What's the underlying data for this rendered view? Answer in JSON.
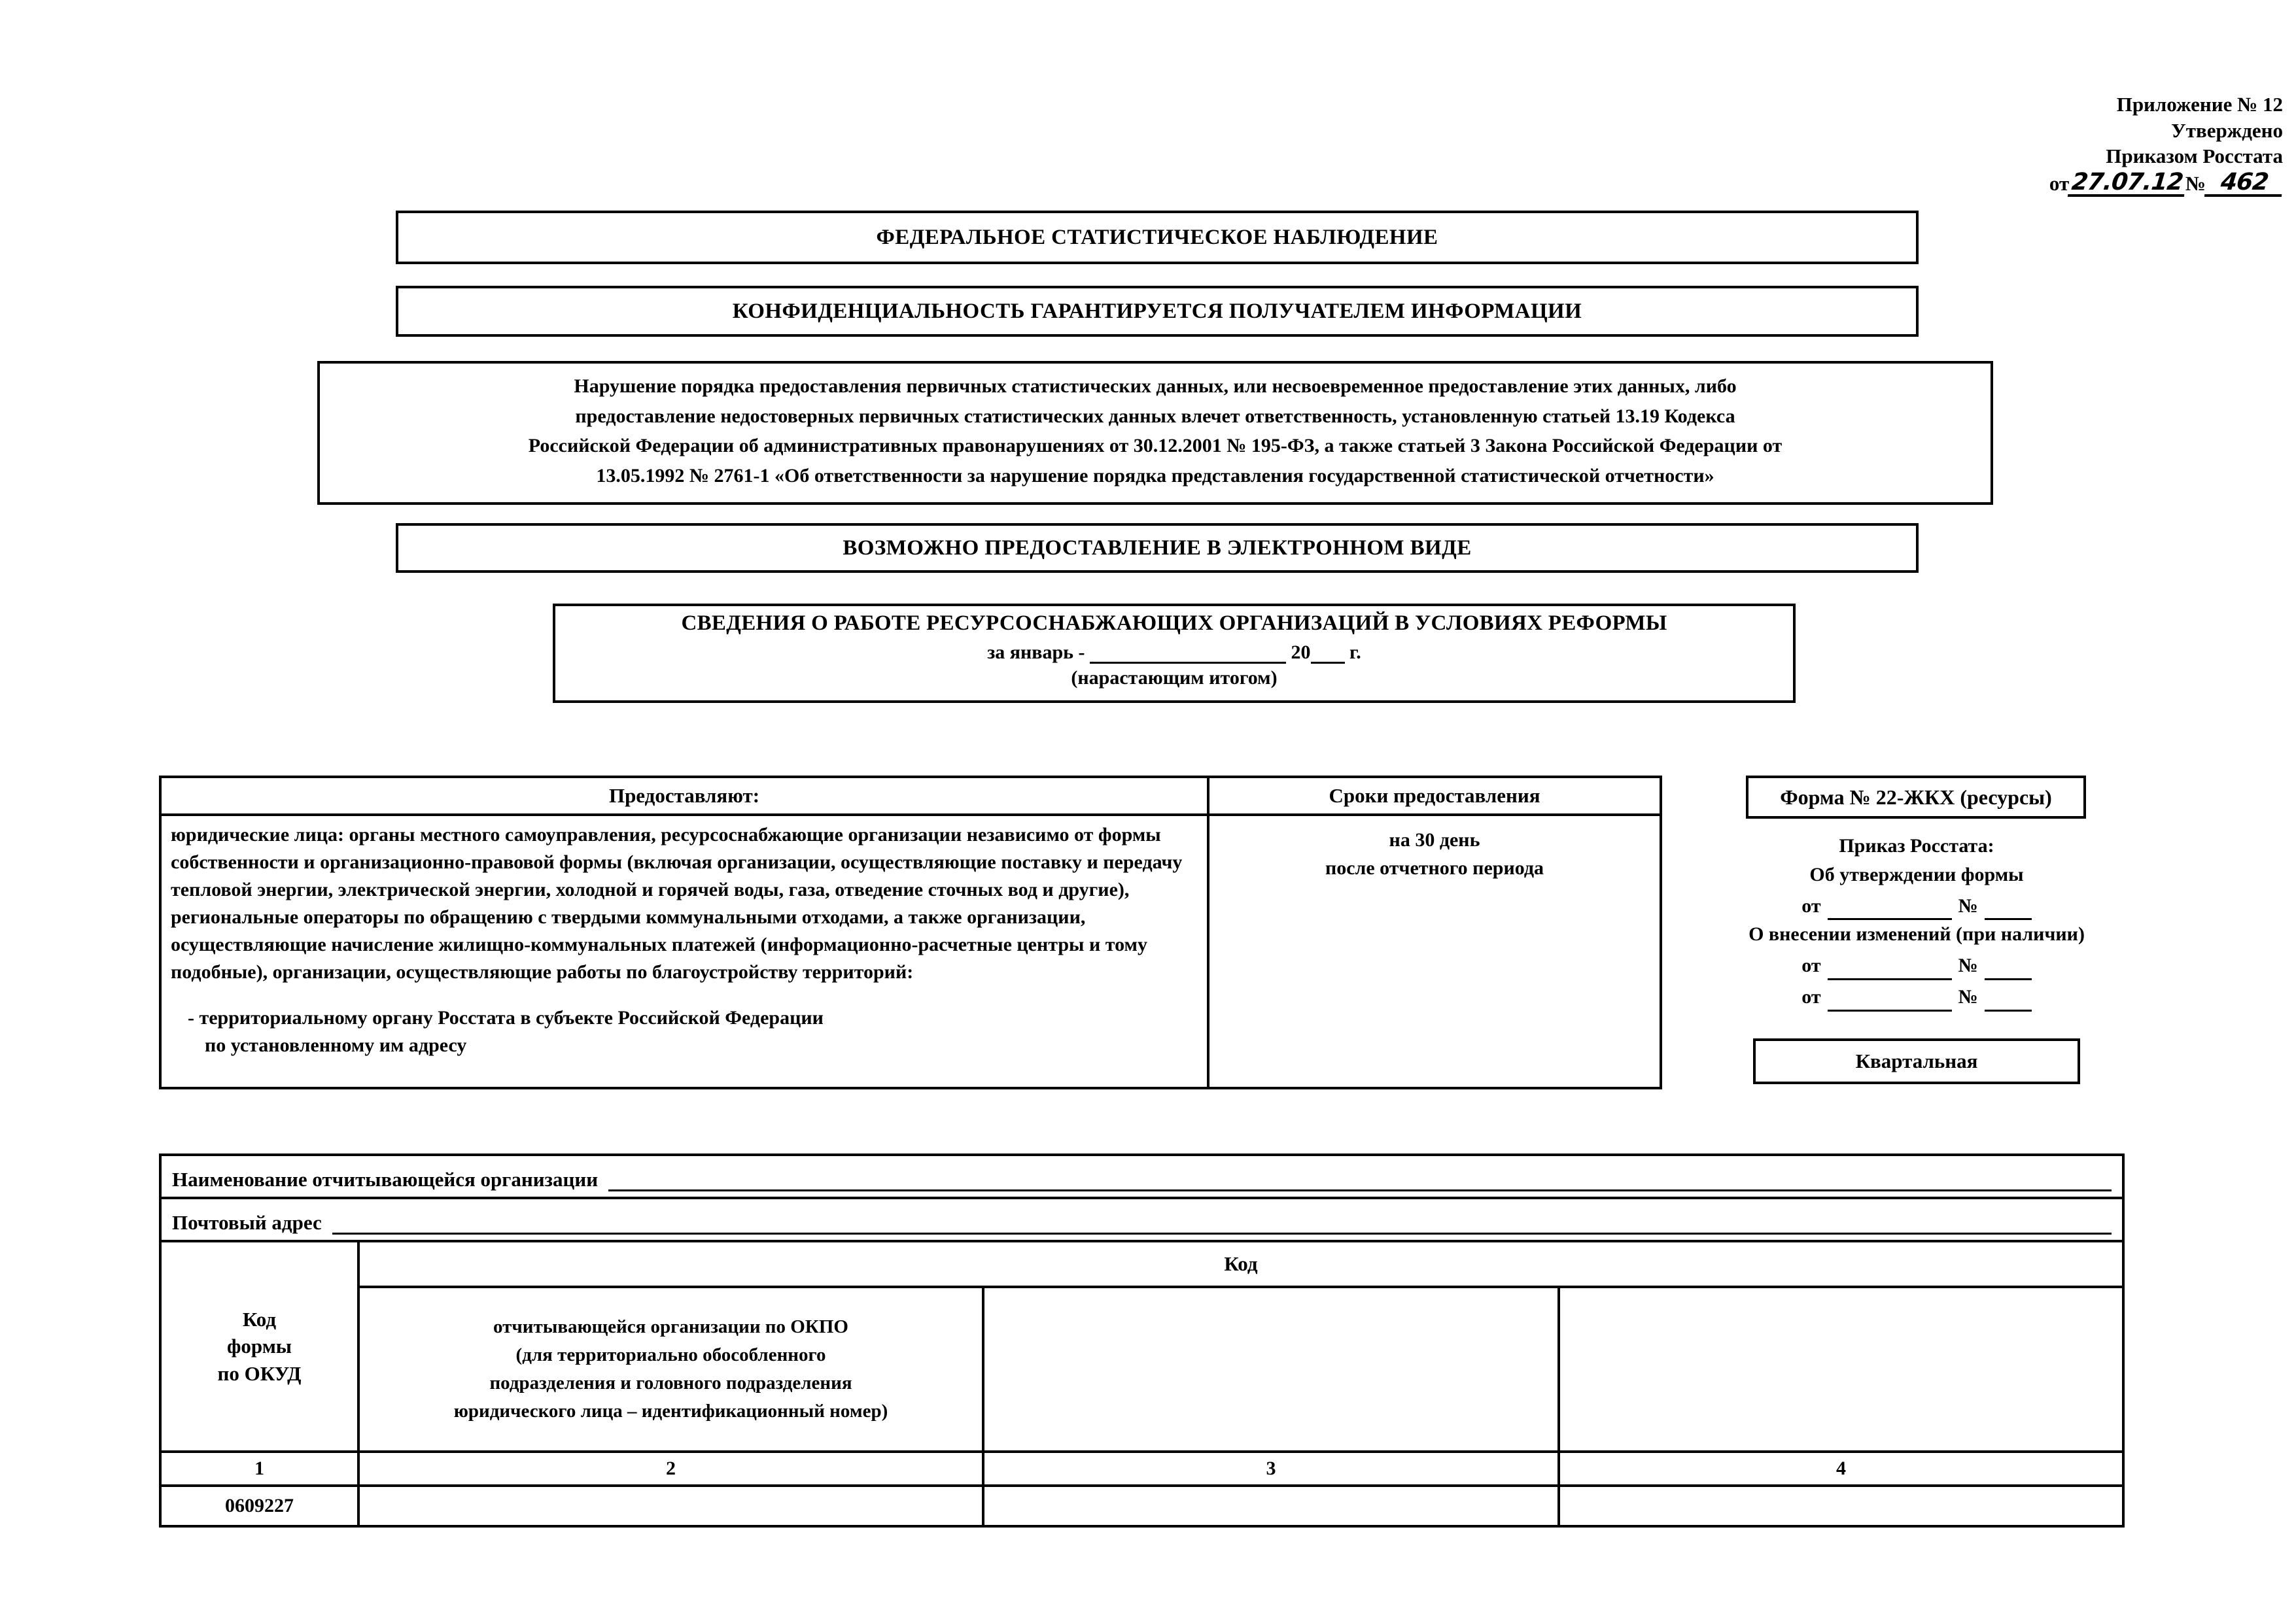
{
  "approval": {
    "appendix": "Приложение № 12",
    "approved": "Утверждено",
    "by_order": "Приказом Росстата",
    "from_label": "от",
    "from_value": "27.07.12",
    "number_label": "№",
    "number_value": "462"
  },
  "banners": {
    "federal": "ФЕДЕРАЛЬНОЕ СТАТИСТИЧЕСКОЕ НАБЛЮДЕНИЕ",
    "confidentiality": "КОНФИДЕНЦИАЛЬНОСТЬ ГАРАНТИРУЕТСЯ ПОЛУЧАТЕЛЕМ ИНФОРМАЦИИ",
    "electronic": "ВОЗМОЖНО ПРЕДОСТАВЛЕНИЕ В ЭЛЕКТРОННОМ ВИДЕ"
  },
  "warning": {
    "line1": "Нарушение порядка предоставления первичных статистических данных, или несвоевременное предоставление этих данных, либо",
    "line2": "предоставление недостоверных первичных статистических данных влечет ответственность, установленную статьей 13.19 Кодекса",
    "line3": "Российской Федерации об административных правонарушениях от 30.12.2001 № 195-ФЗ, а также статьей 3 Закона Российской Федерации от",
    "line4": "13.05.1992 № 2761-1 «Об ответственности за нарушение порядка представления государственной статистической отчетности»"
  },
  "form_title": {
    "main": "СВЕДЕНИЯ О РАБОТЕ РЕСУРСОСНАБЖАЮЩИХ ОРГАНИЗАЦИЙ В УСЛОВИЯХ РЕФОРМЫ",
    "period_prefix": "за январь -",
    "period_year_prefix": "20",
    "period_year_suffix": "г.",
    "note": "(нарастающим итогом)"
  },
  "providers_table": {
    "header_providers": "Предоставляют:",
    "header_deadline": "Сроки предоставления",
    "body_text": "юридические лица: органы местного самоуправления, ресурсоснабжающие организации независимо от формы собственности и организационно-правовой формы (включая организации, осуществляющие поставку и передачу тепловой энергии, электрической энергии, холодной и горячей воды, газа, отведение сточных вод и другие), региональные операторы по обращению с твердыми коммунальными отходами, а также организации, осуществляющие начисление жилищно-коммунальных платежей (информационно-расчетные центры и тому подобные), организации, осуществляющие работы по благоустройству территорий:",
    "bullet_line1": "- территориальному органу Росстата в субъекте Российской Федерации",
    "bullet_line2": "по установленному им адресу",
    "deadline_line1": "на 30 день",
    "deadline_line2": "после отчетного периода"
  },
  "form_id": {
    "form_number": "Форма № 22-ЖКХ (ресурсы)",
    "order_title": "Приказ Росстата:",
    "approval_subject": "Об утверждении формы",
    "from_label": "от",
    "number_label": "№",
    "amendment_subject": "О внесении изменений (при наличии)",
    "periodicity": "Квартальная"
  },
  "org_table": {
    "org_name_label": "Наименование отчитывающейся организации",
    "postal_address_label": "Почтовый адрес",
    "okud_header_line1": "Код",
    "okud_header_line2": "формы",
    "okud_header_line3": "по ОКУД",
    "code_header": "Код",
    "okpo_line1": "отчитывающейся организации по ОКПО",
    "okpo_line2": "(для территориально обособленного",
    "okpo_line3": "подразделения и головного подразделения",
    "okpo_line4": "юридического лица – идентификационный номер)",
    "column_numbers": [
      "1",
      "2",
      "3",
      "4"
    ],
    "okud_value": "0609227",
    "value_col2": "",
    "value_col3": "",
    "value_col4": ""
  }
}
